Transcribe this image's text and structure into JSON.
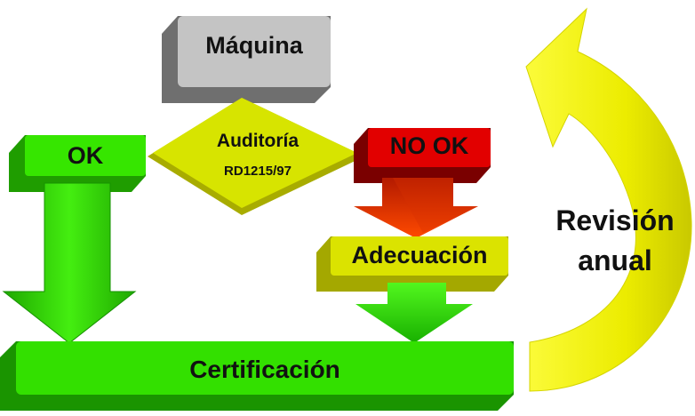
{
  "diagram": {
    "nodes": {
      "maquina": {
        "label": "Máquina"
      },
      "auditoria": {
        "label": "Auditoría",
        "sublabel": "RD1215/97"
      },
      "ok": {
        "label": "OK"
      },
      "no_ok": {
        "label": "NO OK"
      },
      "adecuacion": {
        "label": "Adecuación"
      },
      "certificacion": {
        "label": "Certificación"
      }
    },
    "cycle": {
      "label_line1": "Revisión",
      "label_line2": "anual"
    }
  },
  "colors": {
    "gray": "#bdbdbd",
    "green": "#33e000",
    "dark_green": "#1a9c00",
    "yellow_box": "#d9e600",
    "yellow_dark": "#9fa800",
    "red": "#e00000",
    "dark_red": "#8a0000",
    "orange_arrow": "#f04000",
    "yellow_arrow": "#f2f000"
  }
}
